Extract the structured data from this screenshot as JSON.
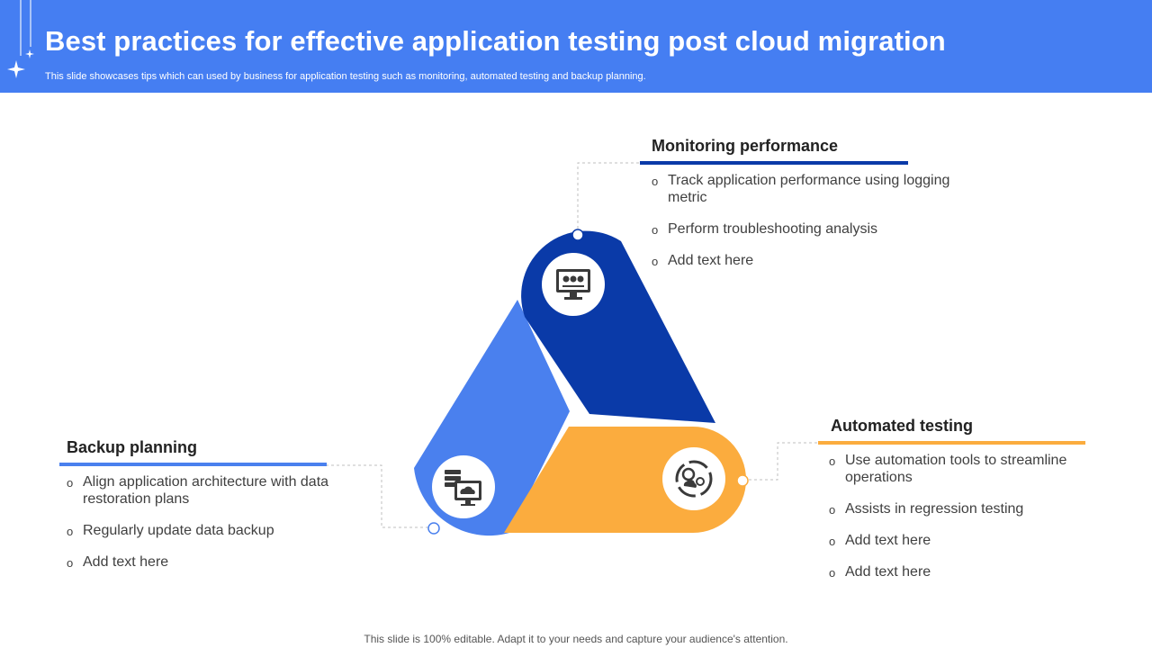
{
  "header": {
    "title": "Best practices for effective application testing post cloud migration",
    "subtitle": "This slide showcases tips which can used by business for application testing such as monitoring, automated testing and backup planning."
  },
  "colors": {
    "header_bg": "#457ef2",
    "dark_blue": "#0a3aa8",
    "light_blue": "#4a80ee",
    "orange": "#fbac3e"
  },
  "sections": {
    "monitoring": {
      "title": "Monitoring performance",
      "icon": "monitor-gears-icon",
      "items": [
        "Track application performance using logging metric",
        "Perform troubleshooting  analysis",
        "Add text here"
      ]
    },
    "automated": {
      "title": "Automated testing",
      "icon": "automation-cycle-icon",
      "items": [
        "Use automation tools to streamline operations",
        "Assists in regression testing",
        "Add text here",
        "Add text here"
      ]
    },
    "backup": {
      "title": "Backup planning",
      "icon": "server-cloud-backup-icon",
      "items": [
        "Align application architecture with data restoration plans",
        "Regularly  update data backup",
        "Add text here"
      ]
    }
  },
  "footer": "This slide is 100% editable. Adapt it to your needs and capture your audience's attention."
}
